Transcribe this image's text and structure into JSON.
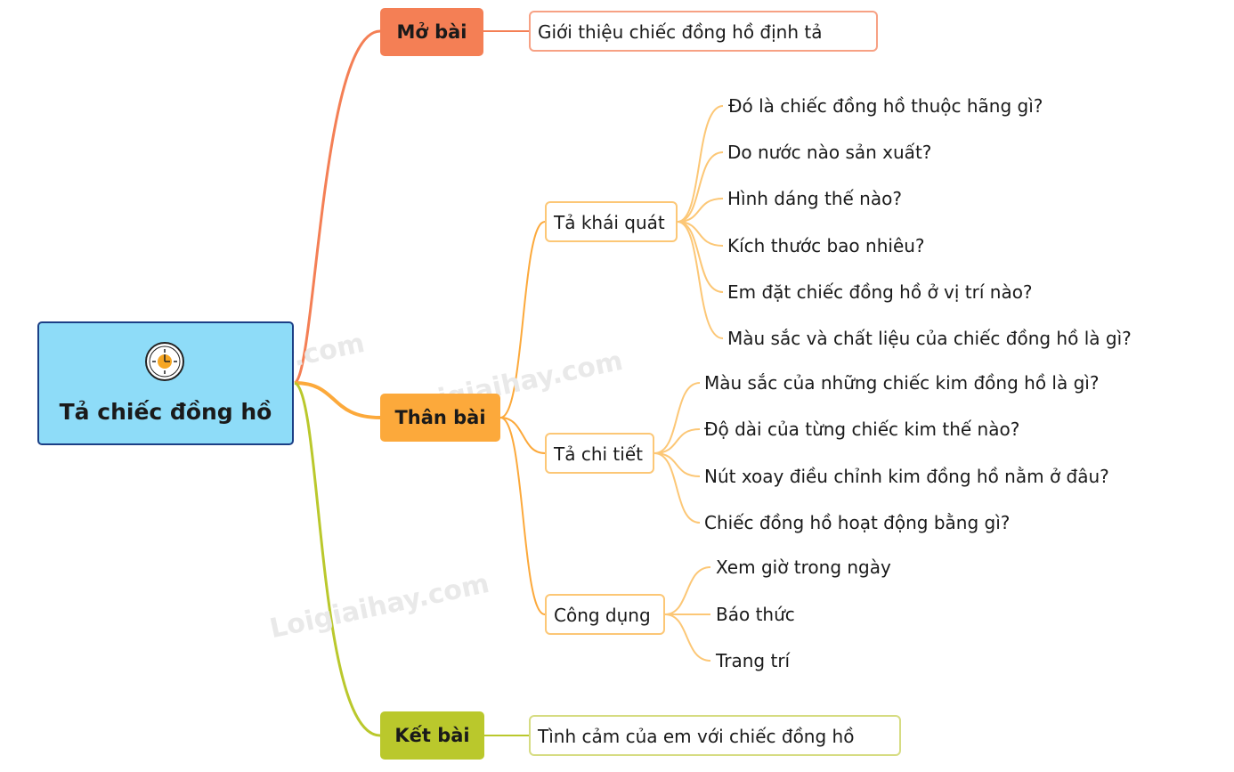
{
  "root": {
    "title": "Tả chiếc đồng hồ",
    "icon": "clock-icon"
  },
  "branches": {
    "mo_bai": {
      "label": "Mở bài",
      "content": "Giới thiệu chiếc đồng hồ định tả",
      "color": "#f47f55"
    },
    "than_bai": {
      "label": "Thân bài",
      "color": "#fca93b",
      "groups": [
        {
          "label": "Tả khái quát",
          "items": [
            "Đó là chiếc đồng hồ thuộc hãng gì?",
            "Do nước nào sản xuất?",
            "Hình dáng thế nào?",
            "Kích thước bao nhiêu?",
            "Em đặt chiếc đồng hồ ở vị trí nào?",
            "Màu sắc và chất liệu của chiếc đồng hồ là gì?"
          ]
        },
        {
          "label": "Tả chi tiết",
          "items": [
            "Màu sắc của những chiếc kim đồng hồ là gì?",
            "Độ dài của từng chiếc kim thế nào?",
            "Nút xoay điều chỉnh kim đồng hồ nằm ở đâu?",
            "Chiếc đồng hồ hoạt động bằng gì?"
          ]
        },
        {
          "label": "Công dụng",
          "items": [
            "Xem giờ trong ngày",
            "Báo thức",
            "Trang trí"
          ]
        }
      ]
    },
    "ket_bai": {
      "label": "Kết bài",
      "content": "Tình cảm của em với chiếc đồng hồ",
      "color": "#bac82c"
    }
  },
  "watermark": "Loigiaihay.com"
}
